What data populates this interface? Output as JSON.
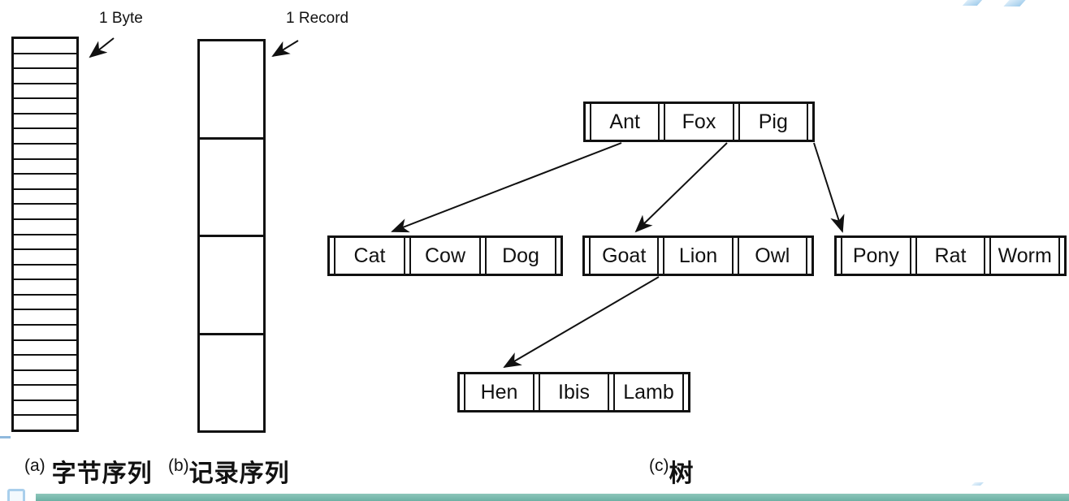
{
  "figure": {
    "byte_pointer_label": "1 Byte",
    "record_pointer_label": "1 Record"
  },
  "byte_column": {
    "row_count": 26
  },
  "record_column": {
    "cell_count": 4
  },
  "tree": {
    "nodes": [
      {
        "id": "root",
        "cells": [
          "Ant",
          "Fox",
          "Pig"
        ]
      },
      {
        "id": "child-left",
        "cells": [
          "Cat",
          "Cow",
          "Dog"
        ]
      },
      {
        "id": "child-mid",
        "cells": [
          "Goat",
          "Lion",
          "Owl"
        ]
      },
      {
        "id": "child-right",
        "cells": [
          "Pony",
          "Rat",
          "Worm"
        ]
      },
      {
        "id": "grandchild",
        "cells": [
          "Hen",
          "Ibis",
          "Lamb"
        ]
      }
    ]
  },
  "captions": {
    "a": {
      "prefix": "(a)",
      "label": "字节序列"
    },
    "b": {
      "prefix": "(b)",
      "label": "记录序列"
    },
    "c": {
      "prefix": "(c)",
      "label": "树"
    }
  },
  "colors": {
    "diagram_line": "#111111",
    "accent_bar_teal": "#79b9ad",
    "decoration_blue": "#a9cfec"
  }
}
